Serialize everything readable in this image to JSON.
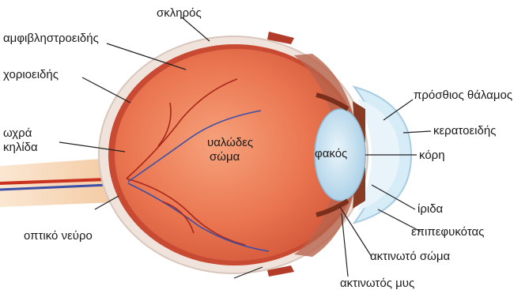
{
  "diagram": {
    "labels": {
      "sclera": "σκληρός",
      "retina": "αμφιβληστροειδής",
      "choroid": "χοριοειδής",
      "macula_line1": "ωχρά",
      "macula_line2": "κηλίδα",
      "optic_nerve": "οπτικό νεύρο",
      "vitreous_line1": "υαλώδες",
      "vitreous_line2": "σώμα",
      "lens": "φακός",
      "anterior_chamber": "πρόσθιος θάλαμος",
      "cornea": "κερατοειδής",
      "pupil": "κόρη",
      "iris": "ίριδα",
      "conjunctiva": "επιπεφυκότας",
      "ciliary_body": "ακτινωτό σώμα",
      "ciliary_muscle": "ακτινωτός μυς"
    },
    "colors": {
      "globe": "#e8734a",
      "sclera": "#f0e6e0",
      "cornea": "#d6ecf6",
      "lens": "#c9e2f0",
      "iris": "#8a3b24",
      "nerve": "#f3c79c",
      "artery": "#c8321e",
      "vein": "#3b4fa6"
    }
  }
}
